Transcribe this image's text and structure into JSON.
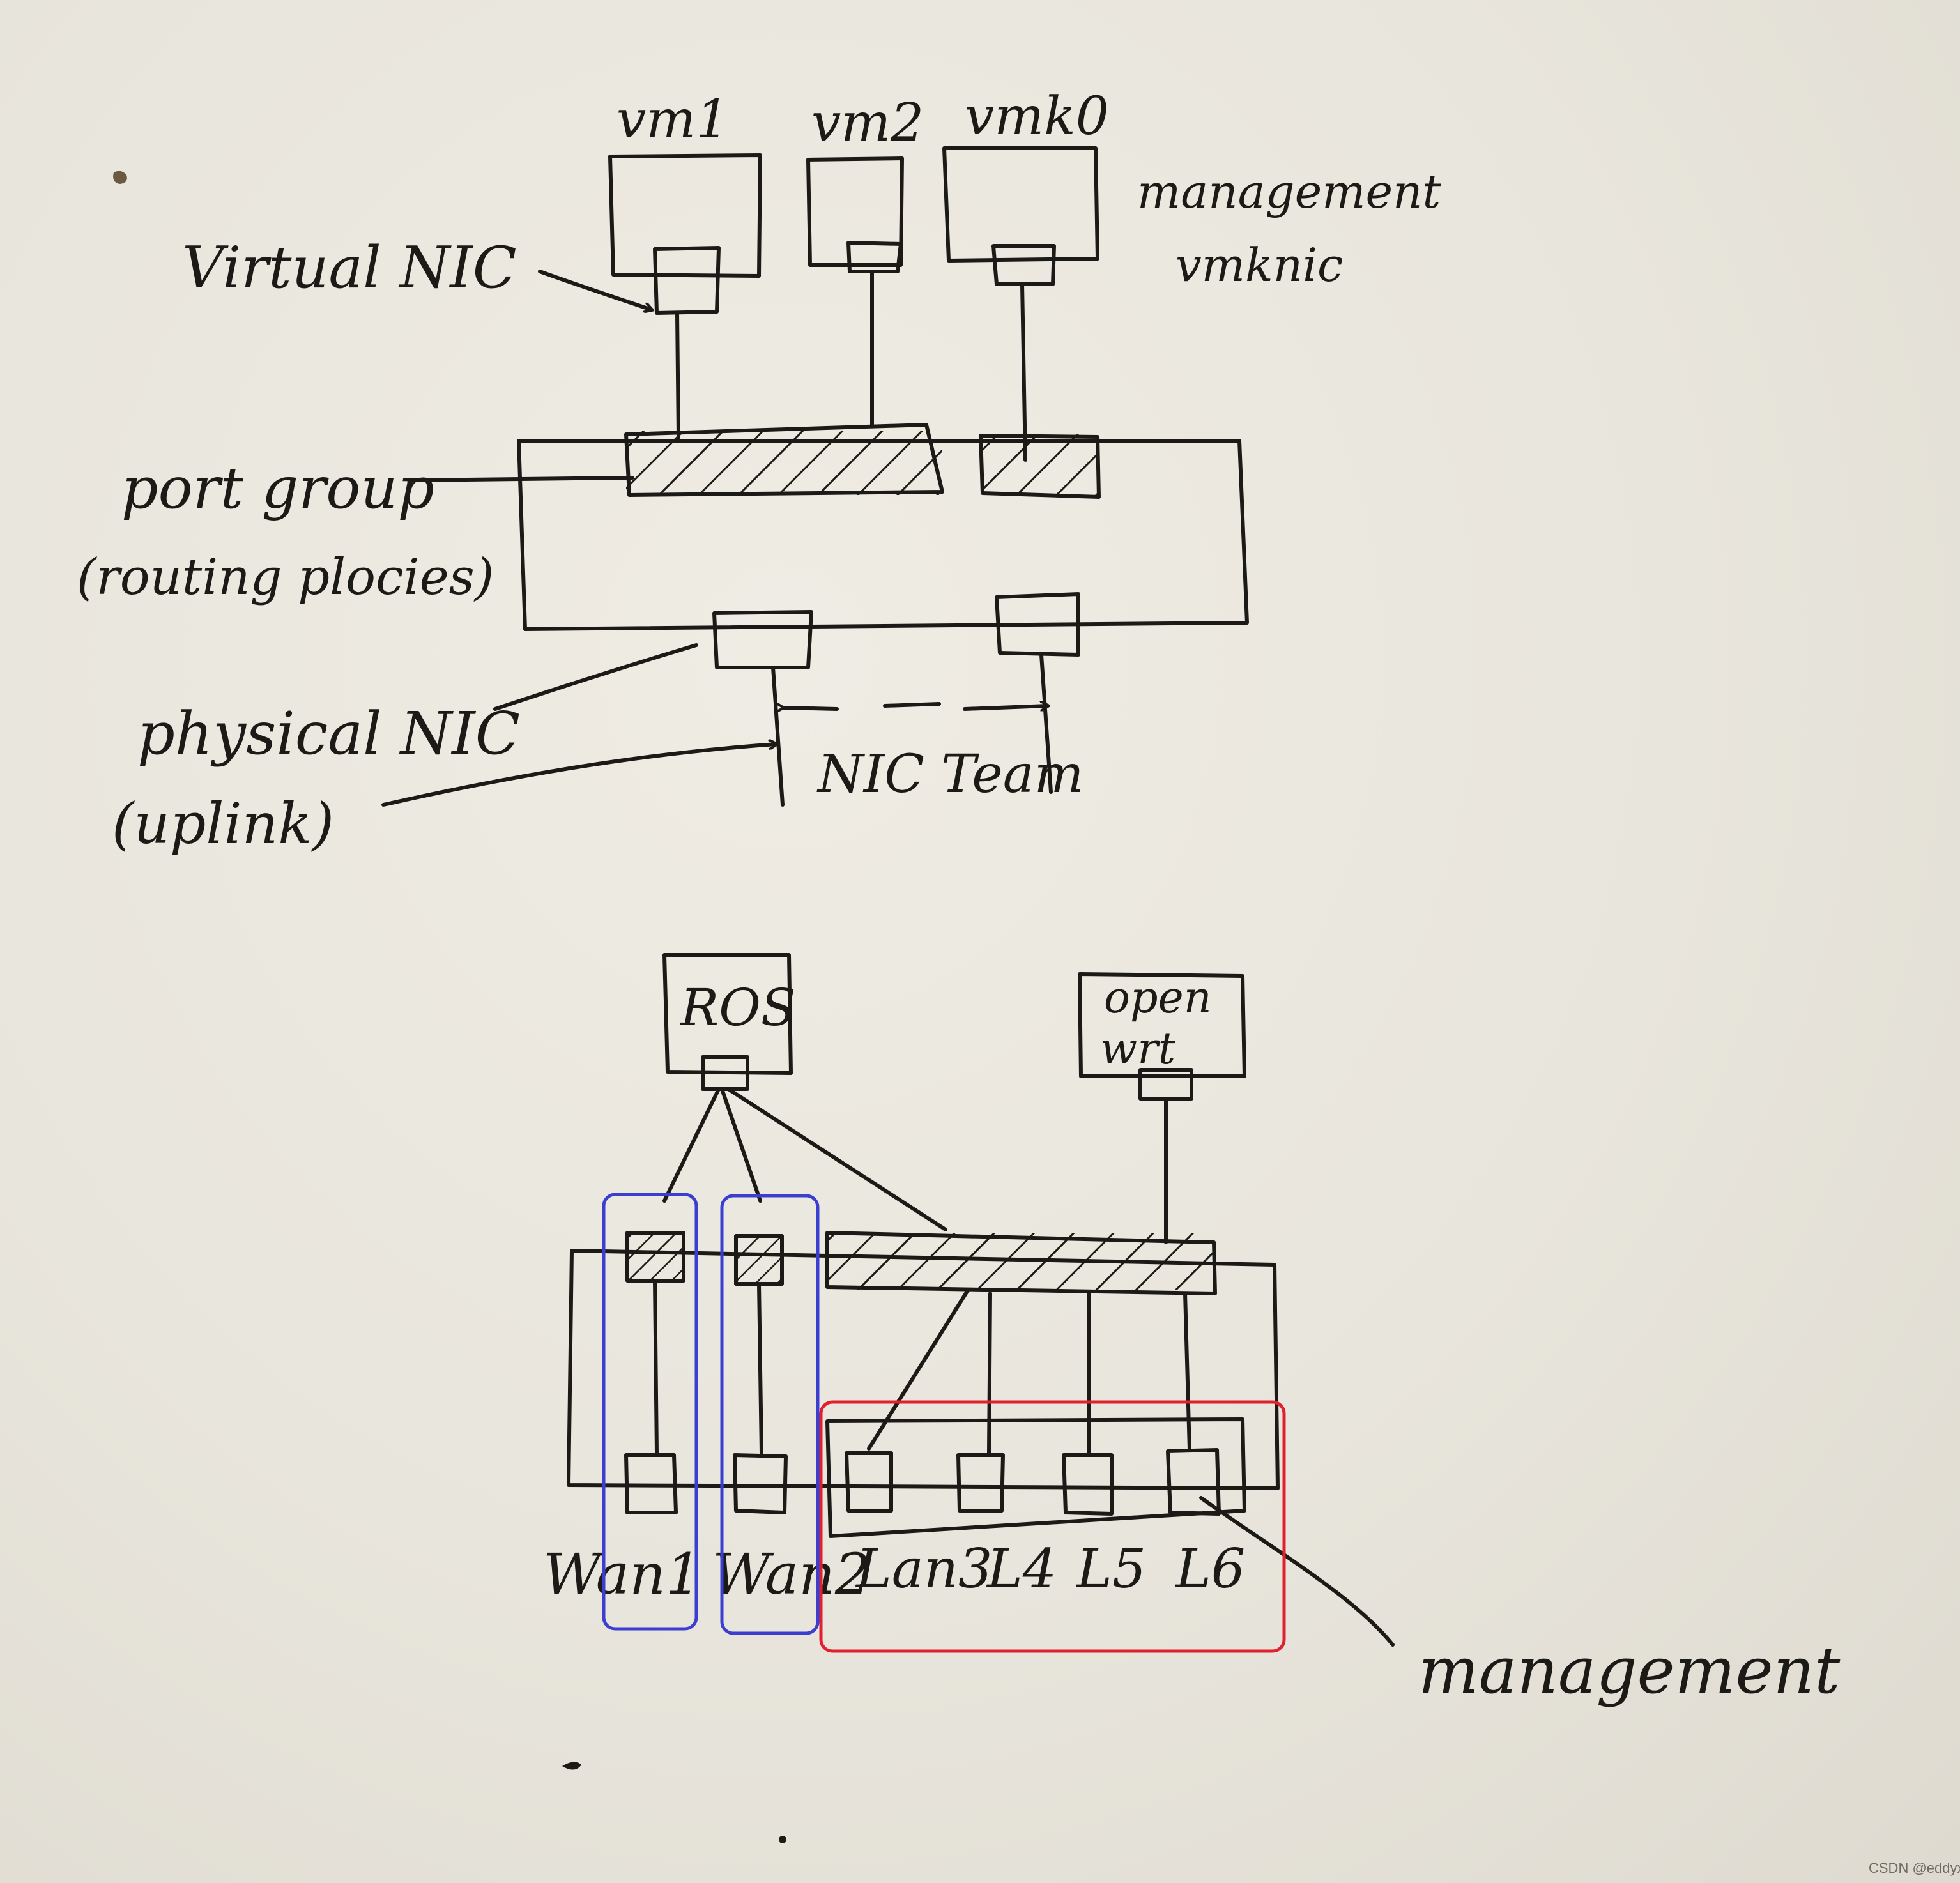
{
  "top_diagram": {
    "vms": [
      "vm1",
      "vm2",
      "vmk0"
    ],
    "labels": {
      "management": "management",
      "vmknic": "vmknic",
      "virtual_nic": "Virtual NIC",
      "port_group": "port group",
      "routing_policies": "(routing plocies)",
      "physical_nic": "physical NIC",
      "uplink": "(uplink)",
      "nic_team": "NIC Team"
    }
  },
  "bottom_diagram": {
    "vms": [
      "ROS",
      "open",
      "wrt"
    ],
    "ports": [
      "Wan1",
      "Wan2",
      "Lan3",
      "L4",
      "L5",
      "L6"
    ],
    "management_label": "management",
    "group_colors": {
      "wan": "#3b3fd0",
      "lan": "#e0202c"
    }
  },
  "watermark": "CSDN @eddyx"
}
